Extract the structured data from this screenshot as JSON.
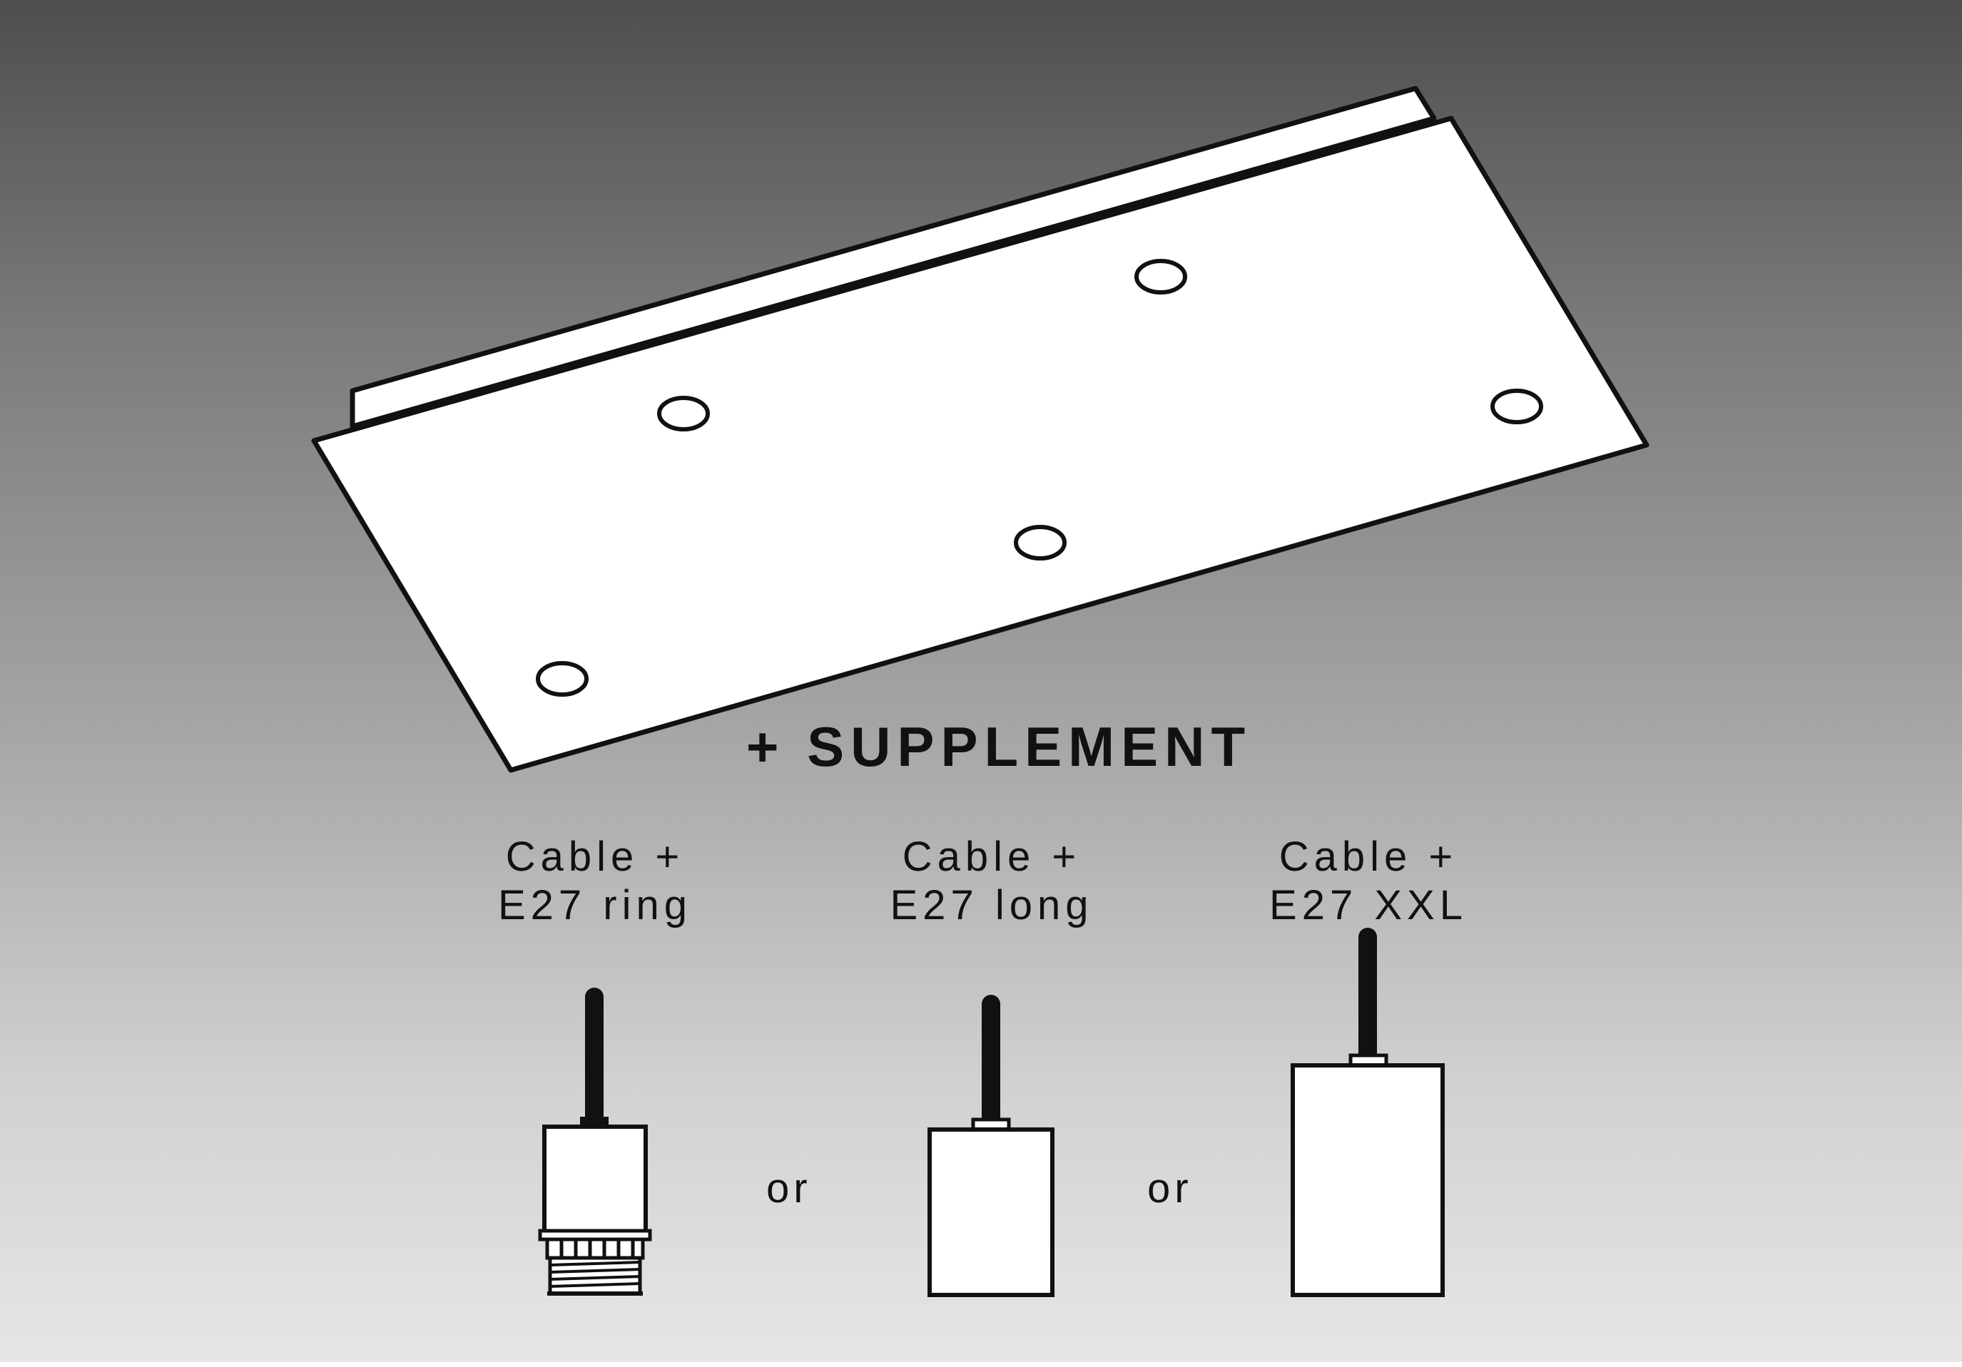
{
  "heading": "+ SUPPLEMENT",
  "options": [
    {
      "line1": "Cable +",
      "line2": "E27 ring",
      "icon": "e27-ring-socket-icon"
    },
    {
      "line1": "Cable +",
      "line2": "E27 long",
      "icon": "e27-long-socket-icon"
    },
    {
      "line1": "Cable +",
      "line2": "E27 XXL",
      "icon": "e27-xxl-socket-icon"
    }
  ],
  "separators": [
    "or",
    "or"
  ],
  "colors": {
    "outline": "#111111",
    "fill": "#ffffff",
    "cable": "#111111"
  }
}
